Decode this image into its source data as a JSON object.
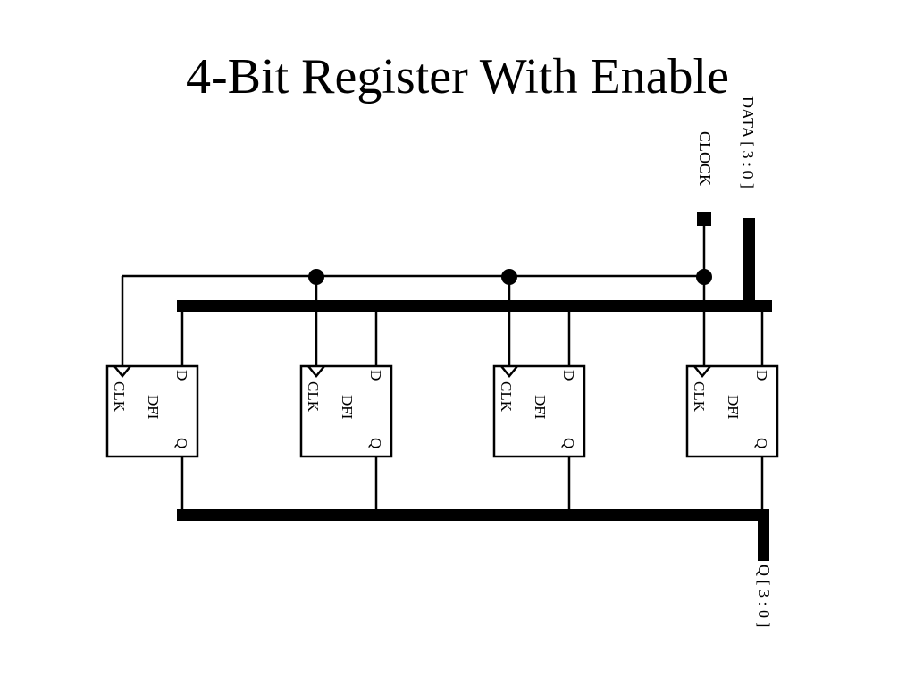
{
  "title": "4-Bit Register With Enable",
  "ports": {
    "data_bus": "DATA [ 3 : 0 ]",
    "clock": "CLOCK",
    "q_bus": "Q [ 3 : 0 ]"
  },
  "flip_flops": [
    {
      "name": "DFI",
      "d_pin": "D",
      "clk_pin": "CLK",
      "q_pin": "Q"
    },
    {
      "name": "DFI",
      "d_pin": "D",
      "clk_pin": "CLK",
      "q_pin": "Q"
    },
    {
      "name": "DFI",
      "d_pin": "D",
      "clk_pin": "CLK",
      "q_pin": "Q"
    },
    {
      "name": "DFI",
      "d_pin": "D",
      "clk_pin": "CLK",
      "q_pin": "Q"
    }
  ],
  "colors": {
    "ink": "#000000",
    "background": "#ffffff"
  }
}
